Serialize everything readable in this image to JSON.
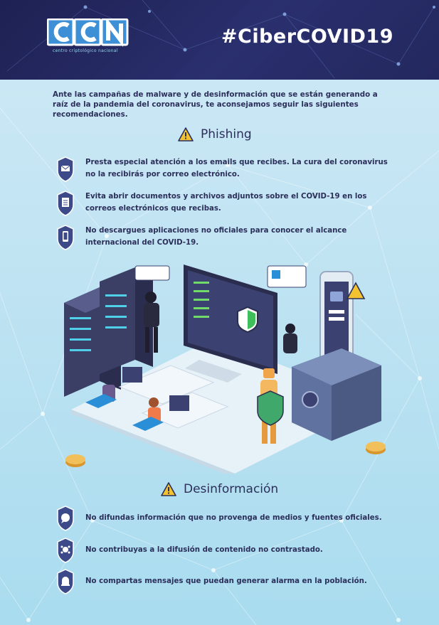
{
  "header": {
    "logo_text": "CCN",
    "logo_subtitle": "centro criptológico nacional",
    "hashtag": "#CiberCOVID19"
  },
  "intro": "Ante las campañas de malware y de desinformación que se están generando a raíz de la pandemia del coronavirus, te aconsejamos seguir las siguientes recomendaciones.",
  "phishing": {
    "title": "Phishing",
    "items": [
      {
        "icon": "email-icon",
        "text": "Presta especial atención a los emails que recibes. La cura del coronavirus no la recibirás por correo electrónico."
      },
      {
        "icon": "document-icon",
        "text": "Evita abrir documentos y archivos adjuntos sobre el COVID-19 en los correos electrónicos que recibas."
      },
      {
        "icon": "mobile-icon",
        "text": "No descargues aplicaciones no oficiales para conocer el alcance  internacional del COVID-19."
      }
    ]
  },
  "desinformacion": {
    "title": "Desinformación",
    "items": [
      {
        "icon": "chat-icon",
        "text": "No difundas información que no provenga  de medios y fuentes oficiales."
      },
      {
        "icon": "virus-icon",
        "text": "No contribuyas a la difusión de contenido  no contrastado."
      },
      {
        "icon": "alarm-icon",
        "text": "No compartas mensajes que puedan generar alarma en la población."
      }
    ]
  },
  "colors": {
    "navy": "#1e2152",
    "text": "#2b2f5a",
    "warning": "#f2c230",
    "shield": "#3d4a8a"
  }
}
